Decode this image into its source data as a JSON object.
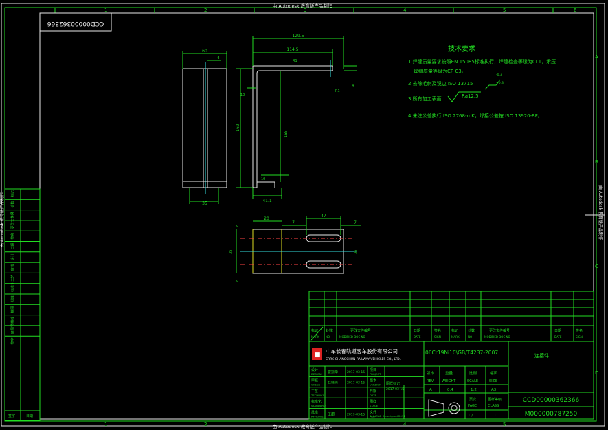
{
  "header_banner": "由 Autodesk 教育版产品制作",
  "footer_banner": "由 Autodesk 教育版产品制作",
  "side_banner": "由 Autodesk 教育版产品制作",
  "drawing_code_box": "CCD00000362366",
  "zone_numbers_top": [
    "1",
    "2",
    "3",
    "4",
    "5",
    "6"
  ],
  "zone_letters_right": [
    "A",
    "B",
    "C",
    "D"
  ],
  "tech_req": {
    "title": "技术要求",
    "items": [
      "1 焊缝质量要求按照EN 15085标准执行，焊缝检查等级为CL1，承压",
      "焊缝质量等级为CP C3。",
      "2 去除毛刺及锐边 ISO 13715",
      "3 所有加工表面",
      "4 未注公差执行 ISO 2768-mK，焊接公差按 ISO 13920-BF。"
    ],
    "roughness": "Ra12.5",
    "edge_values": [
      "-0.3",
      "+0.3"
    ]
  },
  "dimensions": {
    "front_width": "60",
    "front_small": "4",
    "front_inner": "35",
    "side_total_width": "129.5",
    "side_upper_width": "114.5",
    "side_r": "R1",
    "side_thk": "4",
    "side_height": "169",
    "side_inner_height": "155",
    "side_small": "10",
    "side_r2": "R1",
    "side_bottom": "41.1",
    "side_left": "10",
    "top_a": "20",
    "top_b": "7",
    "top_c": "47",
    "top_d": "7",
    "top_h_left": "8",
    "top_h_mid": "35",
    "top_h_right": "35",
    "top_h_bot": "8"
  },
  "left_table_labels": [
    "标记",
    "处数",
    "分区",
    "更改文件号",
    "签名",
    "日期",
    "设计",
    "审核",
    "工艺",
    "标准化",
    "批准",
    "描图",
    "描校",
    "底图号",
    "签字"
  ],
  "left_bottom_labels": [
    "签字",
    "日期"
  ],
  "title_block": {
    "rev_header": {
      "mark": "标记",
      "mark_en": "MARK",
      "qty": "处数",
      "qty_en": "NO",
      "doc": "更改文件编号",
      "doc_en": "MODIFIED DOC NO",
      "date": "日期",
      "date_en": "DATE",
      "sign": "签名",
      "sign_en": "SIGN"
    },
    "company_cn": "中车长春轨道客车股份有限公司",
    "company_en": "CRRC CHANGCHUN RAILWAY VEHICLES CO., LTD.",
    "material": "06Cr19Ni10\\GB/T4237-2007",
    "part_name": "连接件",
    "roles": [
      {
        "cn": "设计",
        "en": "DESIGN",
        "name": "霍振华",
        "date": "2017-03-15"
      },
      {
        "cn": "审核",
        "en": "CHECK",
        "name": "赵伟伟",
        "date": "2017-03-15"
      },
      {
        "cn": "工艺",
        "en": "TECHNICS",
        "name": "",
        "date": ""
      },
      {
        "cn": "标准化",
        "en": "STANDARD",
        "name": "",
        "date": ""
      },
      {
        "cn": "批准",
        "en": "APPROVE",
        "name": "王超",
        "date": "2017-03-15"
      }
    ],
    "role_mid": [
      {
        "cn": "项目",
        "en": "PROJECT"
      },
      {
        "cn": "版本",
        "en": "VERSION"
      },
      {
        "cn": "日期",
        "en": "DATE"
      },
      {
        "cn": "图样",
        "en": "STAGE"
      },
      {
        "cn": "文件",
        "en": "FILE"
      }
    ],
    "stage_label": "图样标记",
    "stage_date": "2017-03-15",
    "software": "SolidCAD Redesigned 2014",
    "rev_label": "版本",
    "rev_en": "REV",
    "rev_val": "A",
    "weight_label": "重量",
    "weight_en": "WEIGHT",
    "weight_val": "0.4",
    "scale_label": "比例",
    "scale_en": "SCALE",
    "scale_val": "1:2",
    "size_label": "幅面",
    "size_en": "SIZE",
    "size_val": "A3",
    "page_label": "页次",
    "page_en": "PAGE",
    "page_val": "1 / 1",
    "class_label": "图样等级",
    "class_en": "CLASS",
    "class_val": "C",
    "code1": "CCD00000362366",
    "code2": "M000000787250"
  }
}
